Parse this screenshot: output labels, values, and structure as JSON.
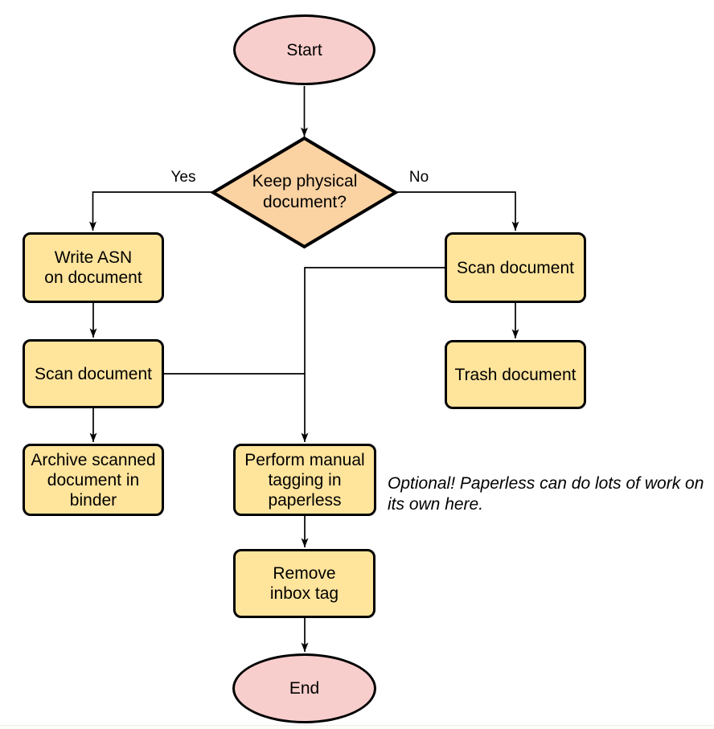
{
  "diagram": {
    "nodes": {
      "start": {
        "label": "Start"
      },
      "decision": {
        "label": "Keep physical\ndocument?"
      },
      "write_asn": {
        "label": "Write ASN\non document"
      },
      "scan_keep": {
        "label": "Scan document"
      },
      "archive": {
        "label": "Archive scanned\ndocument in\nbinder"
      },
      "scan_discard": {
        "label": "Scan document"
      },
      "trash": {
        "label": "Trash document"
      },
      "tagging": {
        "label": "Perform manual\ntagging in\npaperless"
      },
      "remove_inbox_tag": {
        "label": "Remove\ninbox tag"
      },
      "end": {
        "label": "End"
      }
    },
    "edge_labels": {
      "yes": "Yes",
      "no": "No"
    },
    "annotation": "Optional! Paperless can do lots of work on\nits own here."
  },
  "colors": {
    "node-pink": "#f8cecc",
    "node-orange": "#fbd2a2",
    "node-yellow": "#ffe49c",
    "stroke": "#000000",
    "text": "#000000",
    "footer-line": "#ececec"
  }
}
